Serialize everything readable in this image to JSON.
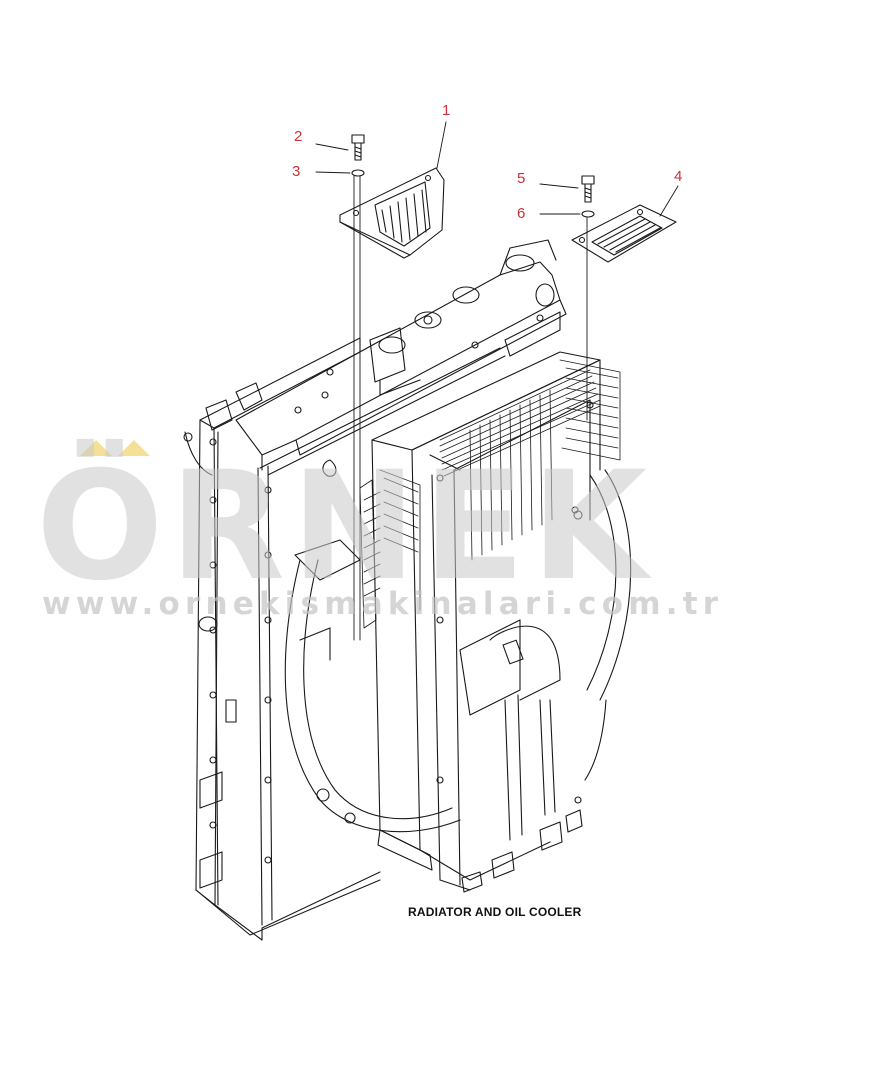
{
  "diagram": {
    "caption": "RADIATOR AND OIL COOLER",
    "callouts": [
      "1",
      "2",
      "3",
      "4",
      "5",
      "6"
    ]
  },
  "watermark": {
    "brand": "ÖRNEK",
    "url": "www.ornekismakinalari.com.tr",
    "accent_color": "#f1d36b",
    "text_color": "#c9c9c9"
  },
  "colors": {
    "callout": "#c8323c",
    "line": "#1a1a1a"
  }
}
